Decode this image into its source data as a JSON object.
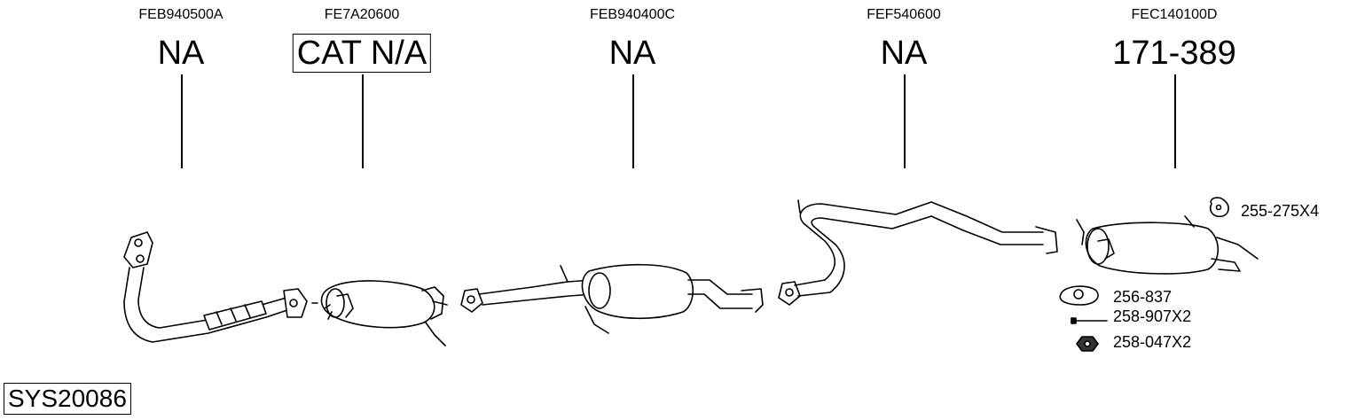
{
  "parts": [
    {
      "code": "FEB940500A",
      "ref": "NA"
    },
    {
      "code": "FE7A20600",
      "ref": "CAT N/A"
    },
    {
      "code": "FEB940400C",
      "ref": "NA"
    },
    {
      "code": "FEF540600",
      "ref": "NA"
    },
    {
      "code": "FEC140100D",
      "ref": "171-389"
    }
  ],
  "accessories": [
    {
      "label": "255-275X4",
      "icon": "rubber-hanger-icon"
    },
    {
      "label": "256-837",
      "icon": "gasket-icon"
    },
    {
      "label": "258-907X2",
      "icon": "bolt-icon"
    },
    {
      "label": "258-047X2",
      "icon": "nut-icon"
    }
  ],
  "system_code": "SYS20086"
}
